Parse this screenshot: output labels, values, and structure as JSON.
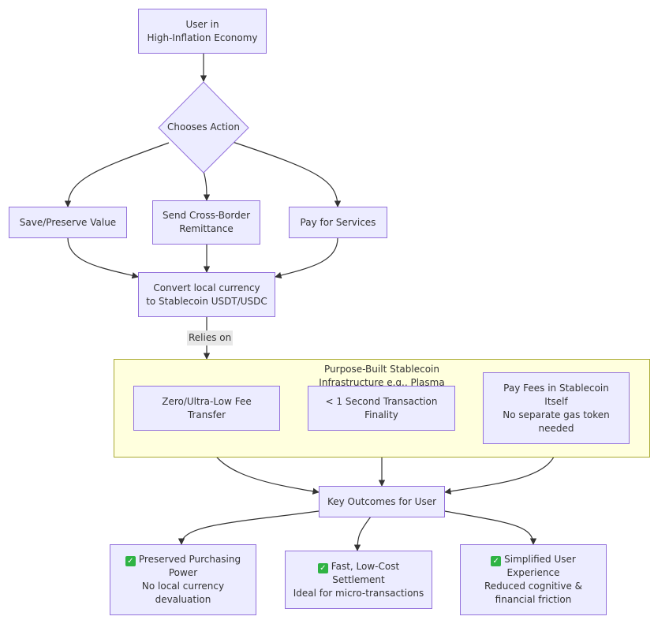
{
  "nodes": {
    "user": {
      "lines": [
        "User in",
        "High-Inflation Economy"
      ]
    },
    "choose": {
      "label": "Chooses Action"
    },
    "save": {
      "lines": [
        "Save/Preserve Value"
      ]
    },
    "send": {
      "lines": [
        "Send Cross-Border",
        "Remittance"
      ]
    },
    "pay": {
      "lines": [
        "Pay for Services"
      ]
    },
    "convert": {
      "lines": [
        "Convert local currency",
        "to Stablecoin USDT/USDC"
      ]
    },
    "zero_fee": {
      "lines": [
        "Zero/Ultra-Low Fee",
        "Transfer"
      ]
    },
    "finality": {
      "lines": [
        "< 1 Second Transaction",
        "Finality"
      ]
    },
    "pay_fees": {
      "lines": [
        "Pay Fees in Stablecoin",
        "Itself",
        "No separate gas token",
        "needed"
      ]
    },
    "outcomes": {
      "lines": [
        "Key Outcomes for User"
      ]
    },
    "preserved": {
      "check_icon": "white-check-mark-icon",
      "lines": [
        "Preserved Purchasing",
        "Power",
        "No local currency",
        "devaluation"
      ]
    },
    "fast": {
      "check_icon": "white-check-mark-icon",
      "lines": [
        "Fast, Low-Cost",
        "Settlement",
        "Ideal for micro-transactions"
      ]
    },
    "simplified": {
      "check_icon": "white-check-mark-icon",
      "lines": [
        "Simplified User",
        "Experience",
        "Reduced cognitive &",
        "financial friction"
      ]
    }
  },
  "group": {
    "title_lines": [
      "Purpose-Built Stablecoin",
      "Infrastructure e.g., Plasma"
    ]
  },
  "edge_labels": {
    "relies_on": "Relies on"
  },
  "colors": {
    "node_fill": "#ECECFF",
    "node_border": "#9370DB",
    "group_fill": "#ffffde",
    "group_border": "#aaaa33",
    "edge": "#333333",
    "edge_label_bg": "#e8e8e8",
    "check": "#2fb344"
  }
}
